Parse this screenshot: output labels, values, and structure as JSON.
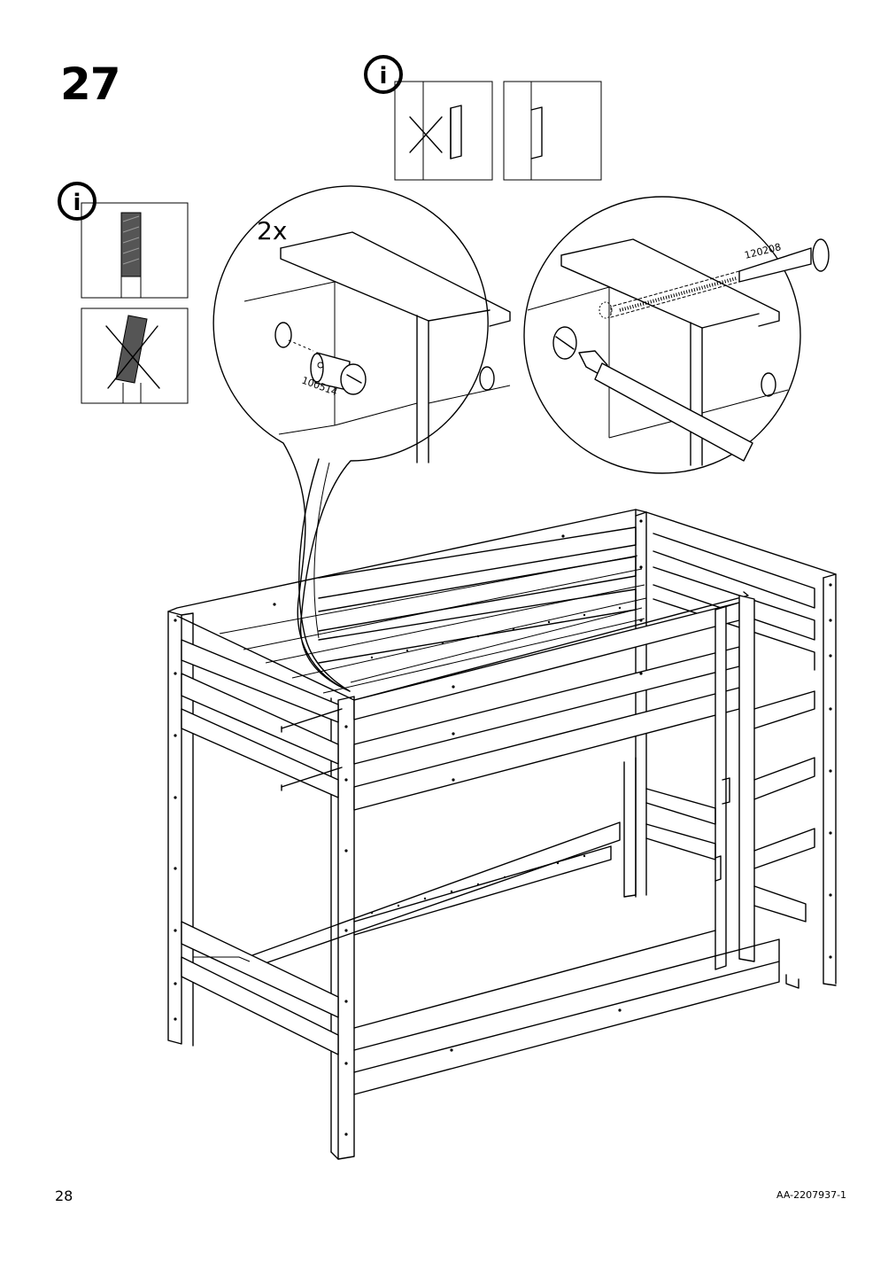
{
  "step": {
    "number": "27"
  },
  "callout": {
    "quantity": "2x",
    "left_part_number": "100514",
    "right_part_number": "120208"
  },
  "info_icon": {
    "glyph": "i"
  },
  "footer": {
    "page_number": "28",
    "doc_code": "AA-2207937-1"
  }
}
